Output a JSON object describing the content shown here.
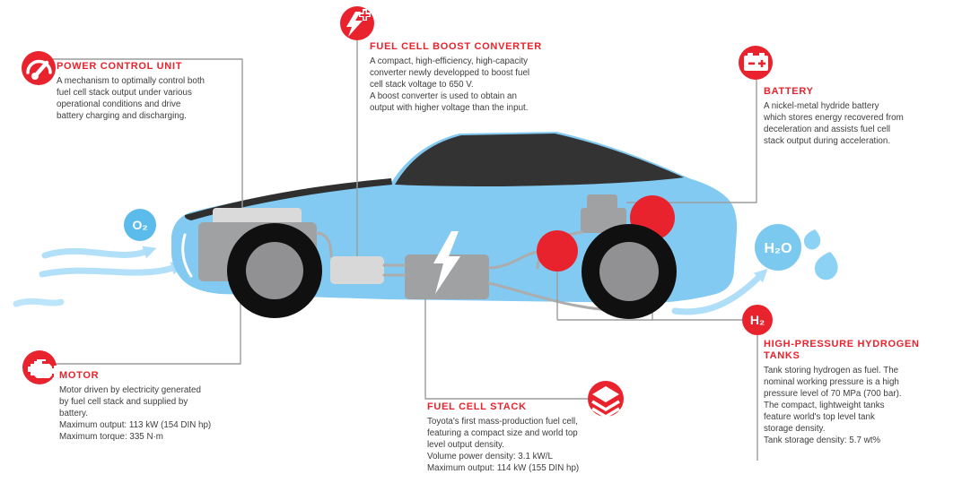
{
  "figure": "Toyota Mirai fuel cell vehicle components infographic",
  "palette": {
    "accent_red": "#e8232d",
    "car_blue": "#82caf1",
    "flow_blue": "#b0e0f8",
    "badge_blue": "#5bbcec",
    "dark_glass": "#333333",
    "box_light_gray": "#dadada",
    "box_mid_gray": "#9fa1a3",
    "line_gray": "#9c9c9c"
  },
  "labels": {
    "o2": "O₂",
    "h2o": "H₂O",
    "h2_icon": "H₂"
  },
  "callouts": {
    "power_control_unit": {
      "title": "POWER CONTROL UNIT",
      "body": "A mechanism to optimally control both\nfuel cell stack output under various\noperational conditions and drive\nbattery charging and discharging."
    },
    "fuel_cell_boost_converter": {
      "title": "FUEL CELL BOOST CONVERTER",
      "body": "A compact, high-efficiency, high-capacity\nconverter newly developped to boost fuel\ncell stack voltage to 650 V.\nA boost converter is used to obtain an\noutput with higher voltage than the input."
    },
    "battery": {
      "title": "BATTERY",
      "body": "A nickel-metal hydride battery\nwhich stores energy recovered from\ndeceleration and assists fuel cell\nstack output during acceleration."
    },
    "motor": {
      "title": "MOTOR",
      "body": "Motor driven by electricity generated\nby fuel cell stack and supplied by\nbattery.\nMaximum output: 113 kW (154 DIN hp)\nMaximum torque: 335 N·m"
    },
    "fuel_cell_stack": {
      "title": "FUEL CELL STACK",
      "body": "Toyota's first mass-production fuel cell,\nfeaturing a compact size and world top\nlevel output density.\nVolume power density: 3.1 kW/L\nMaximum output: 114 kW (155 DIN hp)"
    },
    "hydrogen_tanks": {
      "title": "HIGH-PRESSURE HYDROGEN\nTANKS",
      "body": "Tank storing hydrogen as fuel. The\nnominal working pressure is a high\npressure level of 70 MPa (700 bar).\nThe compact, lightweight tanks\nfeature world's top level tank\nstorage density.\nTank storage density: 5.7 wt%"
    }
  }
}
